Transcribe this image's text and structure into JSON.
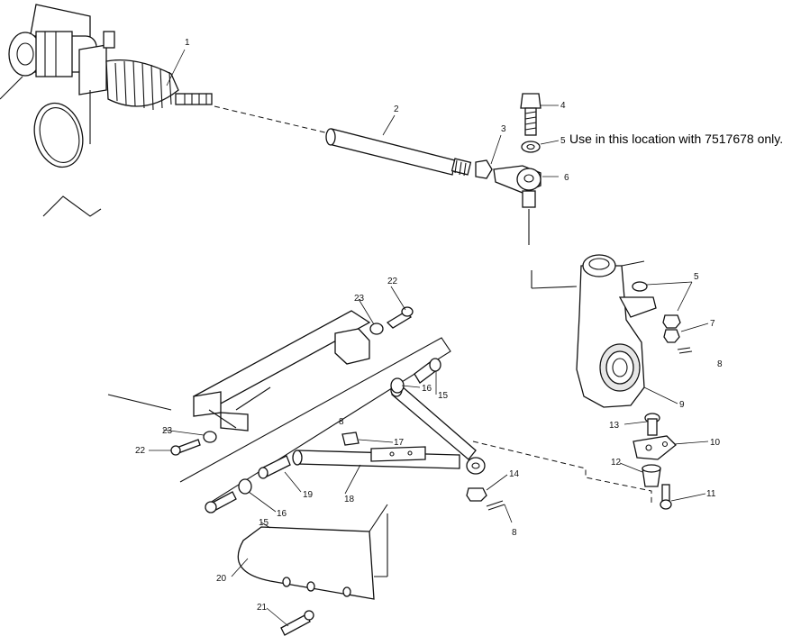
{
  "note": "Use in this location with 7517678 only.",
  "callouts": {
    "c1": "1",
    "c2": "2",
    "c3": "3",
    "c4": "4",
    "c5a": "5",
    "c5b": "5",
    "c6": "6",
    "c7": "7",
    "c8a": "8",
    "c8b": "8",
    "c8c": "8",
    "c9": "9",
    "c10": "10",
    "c11": "11",
    "c12": "12",
    "c13": "13",
    "c14": "14",
    "c15a": "15",
    "c15b": "15",
    "c16a": "16",
    "c16b": "16",
    "c17": "17",
    "c18": "18",
    "c19": "19",
    "c20": "20",
    "c21": "21",
    "c22a": "22",
    "c22b": "22",
    "c23a": "23",
    "c23b": "23"
  }
}
